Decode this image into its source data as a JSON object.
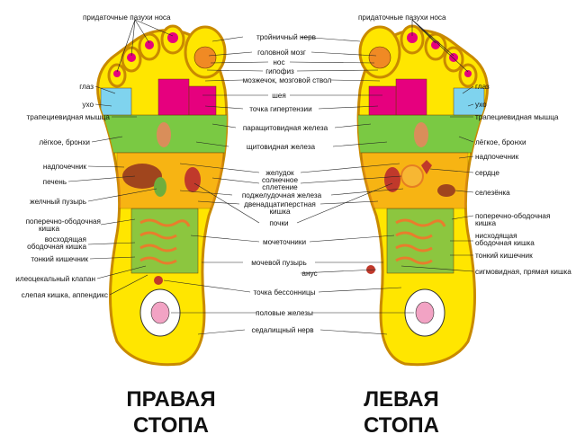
{
  "titles": {
    "right_line1": "ПРАВАЯ",
    "right_line2": "СТОПА",
    "left_line1": "ЛЕВАЯ",
    "left_line2": "СТОПА"
  },
  "labels": {
    "sinuses_right": "придаточные пазухи носа",
    "sinuses_left": "придаточные пазухи носа",
    "trigeminal": "тройничный нерв",
    "brain": "головной мозг",
    "nose": "нос",
    "pituitary": "гипофиз",
    "cerebellum": "мозжечок, мозговой ствол",
    "neck": "шея",
    "hypertension": "точка гипертензии",
    "parathyroid": "паращитовидная железа",
    "thyroid": "щитовидная железа",
    "stomach": "желудок",
    "solar_plexus_1": "солнечное",
    "solar_plexus_2": "сплетение",
    "pancreas": "поджелудочная железа",
    "duodenum_1": "двенадцатиперстная",
    "duodenum_2": "кишка",
    "kidneys": "почки",
    "ureters": "мочеточники",
    "bladder": "мочевой пузырь",
    "anus": "анус",
    "insomnia": "точка бессонницы",
    "gonads": "половые железы",
    "sciatic": "седалищный нерв",
    "eye_r": "глаз",
    "ear_r": "ухо",
    "trapezius_r": "трапециевидная мышца",
    "lungs_r": "лёгкое, бронхи",
    "adrenal_r": "надпочечник",
    "liver": "печень",
    "gallbladder": "желчный пузырь",
    "transverse_r_1": "поперечно-ободочная",
    "transverse_r_2": "кишка",
    "ascending_1": "восходящая",
    "ascending_2": "ободочная кишка",
    "small_int_r": "тонкий кишечник",
    "ileocecal": "илеоцекальный клапан",
    "cecum": "слепая кишка, аппендикс",
    "eye_l": "глаз",
    "ear_l": "ухо",
    "trapezius_l": "трапециевидная мышца",
    "lungs_l": "лёгкое, бронхи",
    "adrenal_l": "надпочечник",
    "heart": "сердце",
    "spleen": "селезёнка",
    "transverse_l_1": "поперечно-ободочная",
    "transverse_l_2": "кишка",
    "descending_1": "нисходящая",
    "descending_2": "ободочная кишка",
    "small_int_l": "тонкий кишечник",
    "sigmoid": "сигмовидная, прямая кишка"
  },
  "colors": {
    "foot_outline": "#c98a00",
    "foot_base": "#ffe600",
    "shoulder_band": "#7ac943",
    "brain_zone": "#e6007e",
    "eye_zone": "#7fd3ee",
    "intestine_zone": "#8cc63f",
    "heel_zone": "#ffffff",
    "organs": "#f08a24"
  }
}
